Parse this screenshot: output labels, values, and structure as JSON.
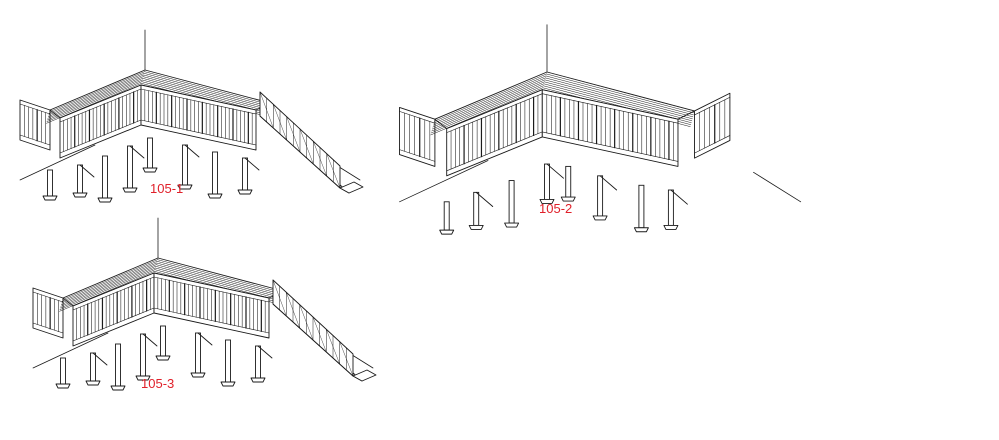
{
  "colors": {
    "line": "#1a1a1a",
    "label": "#e0202a",
    "background": "#ffffff"
  },
  "drawings": [
    {
      "id": "deck-1",
      "label": "105-1",
      "variant": "L-shaped deck with stair at right"
    },
    {
      "id": "deck-2",
      "label": "105-2",
      "variant": "L-shaped deck without stair"
    },
    {
      "id": "deck-3",
      "label": "105-3",
      "variant": "L-shaped deck with stair at right"
    }
  ]
}
